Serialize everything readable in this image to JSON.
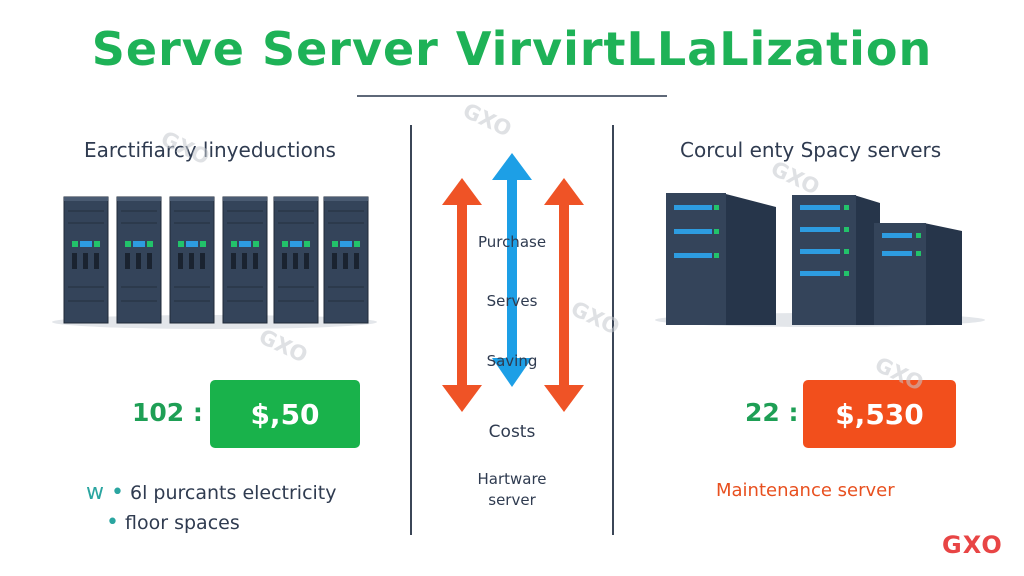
{
  "title": "Serve Server VirvirtLLaLization",
  "left": {
    "heading": "Earctifiarcy linyeductions",
    "count": "102 :",
    "price": "$,50",
    "bullets": [
      {
        "prefix": "w •",
        "text": "6l purcants electricity"
      },
      {
        "prefix": "•",
        "text": "floor spaces"
      }
    ]
  },
  "right": {
    "heading": "Corcul enty Spacy servers",
    "count": "22 :",
    "price": "$,530",
    "note": "Maintenance server"
  },
  "middle": {
    "labels": [
      "Purchase",
      "Serves",
      "Saving",
      "Costs"
    ],
    "footer_line1": "Hartware",
    "footer_line2": "server"
  },
  "watermark": "GXO",
  "logo": "GXO",
  "colors": {
    "title_green": "#1eb257",
    "price_green": "#19b24b",
    "price_orange": "#f24f1c",
    "arrow_red": "#ef5326",
    "arrow_blue": "#1d9fe6",
    "server_dark": "#34445a",
    "maintenance_orange": "#e8501f"
  }
}
